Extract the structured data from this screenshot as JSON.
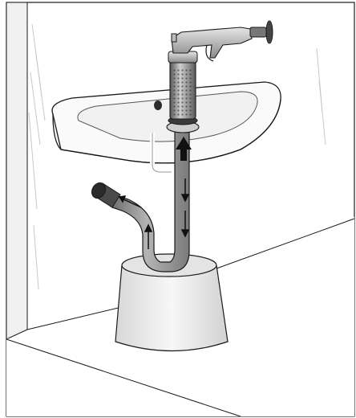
{
  "colors": {
    "wall_shade": "#efefef",
    "floor_shade": "#f4f4f4",
    "outline": "#1a1a1a",
    "pipe_gray": "#8f8f8f",
    "sink_white": "#fafafa",
    "arrow_black": "#111111"
  },
  "flow_arrows": [
    {
      "name": "arrow-up-into-drain",
      "direction": "up",
      "style": "block"
    },
    {
      "name": "arrow-down-right-leg",
      "direction": "down",
      "style": "line"
    },
    {
      "name": "arrow-down-right-leg-lower",
      "direction": "down",
      "style": "line"
    },
    {
      "name": "arrow-up-left-leg",
      "direction": "up",
      "style": "line"
    },
    {
      "name": "arrow-left-toward-drain",
      "direction": "up-left",
      "style": "line"
    }
  ],
  "tool": "drain-plunger-pump-icon"
}
